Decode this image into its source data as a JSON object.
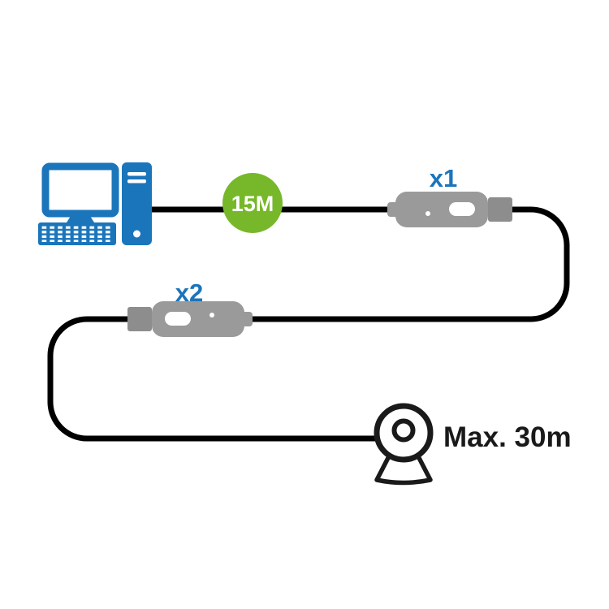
{
  "labels": {
    "badge_15m": "15M",
    "extender1": "x1",
    "extender2": "x2",
    "max_length": "Max. 30m"
  },
  "colors": {
    "blue": "#1b75bb",
    "green": "#76b82a",
    "gray": "#9a9a9a",
    "gray_dark": "#8d8d8d",
    "cable": "#000000",
    "text_dark": "#1a1a1a"
  },
  "icons": {
    "computer": "desktop-computer-icon",
    "webcam": "webcam-icon",
    "extender_x1": "usb-extender-icon",
    "extender_x2": "usb-extender-icon",
    "badge": "cable-length-badge"
  }
}
